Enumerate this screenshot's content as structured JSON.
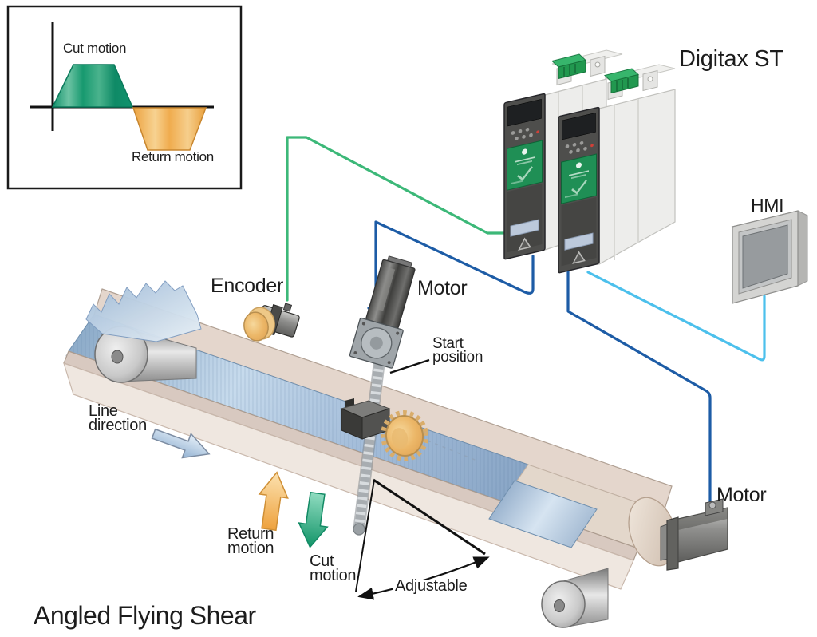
{
  "title": "Angled Flying Shear",
  "inset_chart": {
    "cut_label": "Cut motion",
    "return_label": "Return motion"
  },
  "chart_data": {
    "type": "area",
    "note": "velocity-profile inset, unlabeled axes",
    "series": [
      {
        "name": "Cut motion",
        "color": "#169b77",
        "points": [
          [
            0,
            0
          ],
          [
            0.49,
            1
          ],
          [
            1.45,
            1
          ],
          [
            1.87,
            0
          ]
        ]
      },
      {
        "name": "Return motion",
        "color": "#f0a63e",
        "points": [
          [
            1.9,
            0
          ],
          [
            2.25,
            -1
          ],
          [
            3.25,
            -1
          ],
          [
            3.62,
            0
          ]
        ]
      }
    ],
    "axes": {
      "x_visible": true,
      "y_visible": true,
      "tick_labels": "none"
    }
  },
  "labels": {
    "digitax": "Digitax ST",
    "hmi": "HMI",
    "encoder": "Encoder",
    "motor_top": "Motor",
    "motor_right": "Motor",
    "start_position": [
      "Start",
      "position"
    ],
    "line_direction": [
      "Line",
      "direction"
    ],
    "return_motion": [
      "Return",
      "motion"
    ],
    "cut_motion": [
      "Cut",
      "motion"
    ],
    "adjustable": "Adjustable"
  },
  "colors": {
    "cable_encoder": "#3cb878",
    "cable_motor1": "#1d5ca6",
    "cable_motor2": "#1d5ca6",
    "cable_hmi": "#4cc0ec",
    "arrow_line_direction": "#a9c4e0",
    "arrow_return": "#f2b35c",
    "arrow_cut": "#2aa67e",
    "drive_label_green": "#1f8f55",
    "blade_tan": "#e8b96f",
    "belt_material_blue": "#9db8d6",
    "conveyor_beige": "#e6dacf"
  }
}
